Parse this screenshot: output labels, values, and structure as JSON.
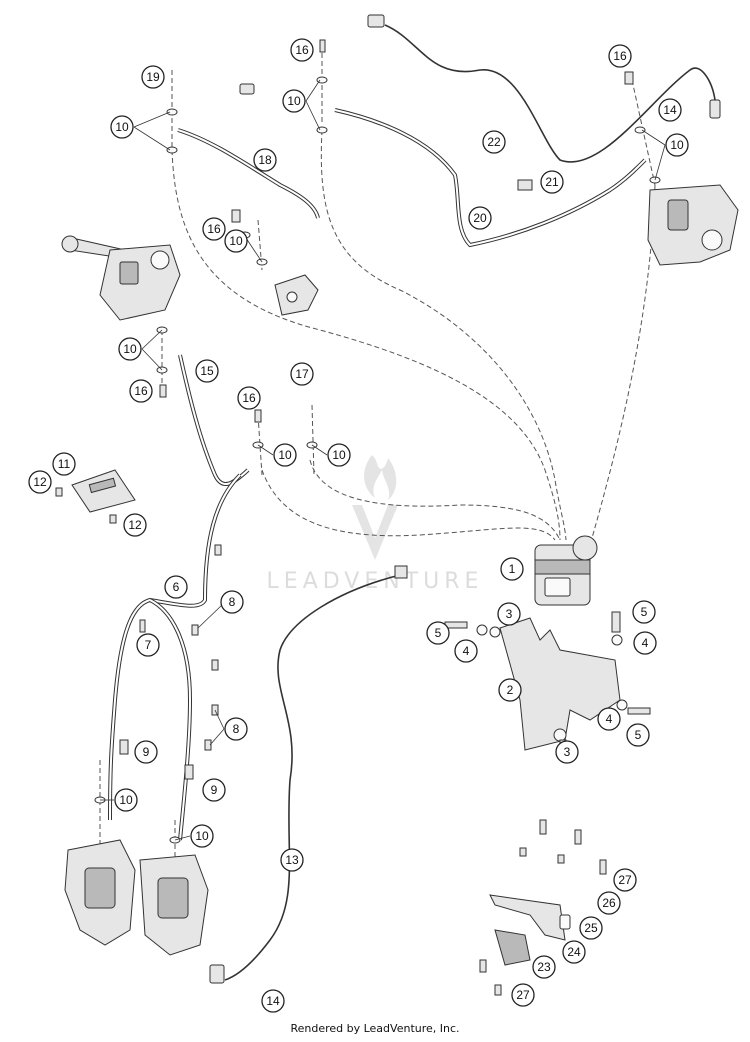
{
  "watermark": {
    "text": "LEADVENTURE"
  },
  "footer": {
    "text": "Rendered by LeadVenture, Inc."
  },
  "callouts": [
    "1",
    "2",
    "3",
    "4",
    "5",
    "6",
    "7",
    "8",
    "9",
    "10",
    "11",
    "12",
    "13",
    "14",
    "15",
    "16",
    "17",
    "18",
    "19",
    "20",
    "21",
    "22",
    "23",
    "24",
    "25",
    "26",
    "27"
  ],
  "colors": {
    "line": "#333333",
    "watermark": "#d9d9d9"
  }
}
